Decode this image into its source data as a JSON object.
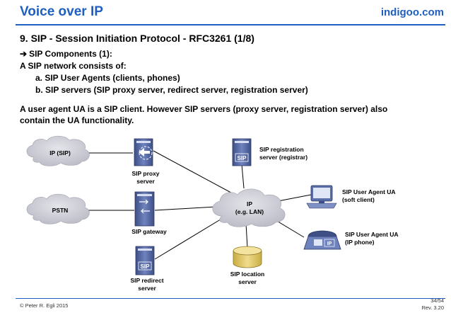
{
  "header": {
    "title": "Voice over IP",
    "brand": "indigoo.com"
  },
  "content": {
    "heading": "9. SIP - Session Initiation Protocol - RFC3261 (1/8)",
    "subheading": "SIP Components (1):",
    "intro": "A SIP network consists of:",
    "items": [
      "a. SIP User Agents (clients, phones)",
      "b. SIP servers (SIP proxy server, redirect server, registration server)"
    ],
    "paragraph_line1": "A user agent UA is a SIP client. However SIP servers (proxy server, registration server) also",
    "paragraph_line2": "contain the UA functionality."
  },
  "diagram": {
    "clouds": {
      "ip_sip": "IP (SIP)",
      "pstn": "PSTN",
      "ip_lan_line1": "IP",
      "ip_lan_line2": "(e.g. LAN)"
    },
    "labels": {
      "proxy_line1": "SIP proxy",
      "proxy_line2": "server",
      "gateway": "SIP gateway",
      "redirect_line1": "SIP redirect",
      "redirect_line2": "server",
      "registrar_line1": "SIP registration",
      "registrar_line2": "server (registrar)",
      "location_line1": "SIP location",
      "location_line2": "server",
      "ua_soft_line1": "SIP User Agent UA",
      "ua_soft_line2": "(soft client)",
      "ua_phone_line1": "SIP User Agent UA",
      "ua_phone_line2": "(IP phone)"
    },
    "device_text": {
      "sip_badge": "SIP"
    },
    "colors": {
      "cloud": "#c9c9d3",
      "server": "#5a6ea8",
      "line": "#000000",
      "location_db": "#e0c766"
    }
  },
  "footer": {
    "copyright": "© Peter R. Egli 2015",
    "page": "34/54",
    "revision": "Rev. 3.20"
  }
}
